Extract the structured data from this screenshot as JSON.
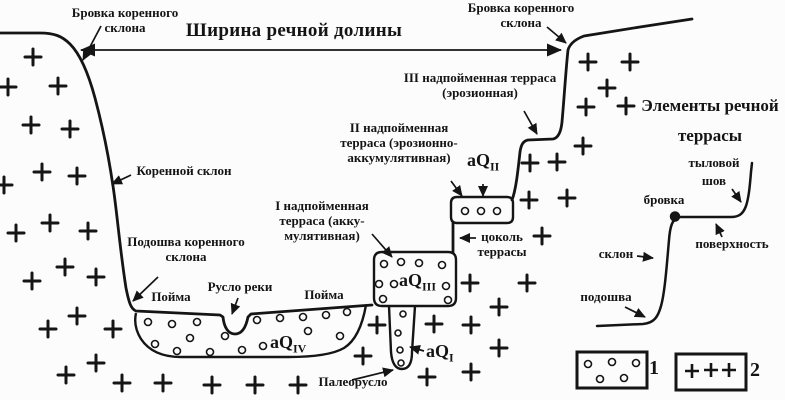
{
  "diagram": {
    "main": {
      "width_title": "Ширина речной долины",
      "brovka_left": {
        "line1": "Бровка коренного",
        "line2": "склона"
      },
      "brovka_right": {
        "line1": "Бровка коренного",
        "line2": "склона"
      },
      "terrace3": {
        "line1": "III надпойменная терраса",
        "line2": "(эрозионная)"
      },
      "terrace2": {
        "line1": "II надпойменная",
        "line2": "терраса (эрозионно-",
        "line3": "аккумулятивная)"
      },
      "terrace1": {
        "line1": "I надпойменная",
        "line2": "терраса (акку-",
        "line3": "мулятивная)"
      },
      "korennoy_sklon": "Коренной склон",
      "podoshva": {
        "line1": "Подошва коренного",
        "line2": "склона"
      },
      "poyma_left": "Пойма",
      "poyma_right": "Пойма",
      "ruslo_reki": "Русло реки",
      "paleoruslo": "Палеорусло",
      "tsokol": {
        "line1": "цоколь",
        "line2": "террасы"
      },
      "aq4": {
        "base": "aQ",
        "sub": "IV"
      },
      "aq3": {
        "base": "aQ",
        "sub": "III"
      },
      "aq2": {
        "base": "aQ",
        "sub": "II"
      },
      "aq1": {
        "base": "aQ",
        "sub": "I"
      }
    },
    "inset": {
      "title": {
        "line1": "Элементы речной",
        "line2": "террасы"
      },
      "tylovoy_shov": {
        "line1": "тыловой",
        "line2": "шов"
      },
      "brovka": "бровка",
      "poverkhnost": "поверхность",
      "sklon": "склон",
      "podoshva": "подошва"
    },
    "legend": {
      "items": [
        {
          "number": "1",
          "pattern_icon": "alluvium-pebbles-pattern"
        },
        {
          "number": "2",
          "pattern_icon": "bedrock-crosses-pattern"
        }
      ]
    },
    "colors": {
      "ink": "#151515",
      "background": "#fcfcfc"
    }
  }
}
